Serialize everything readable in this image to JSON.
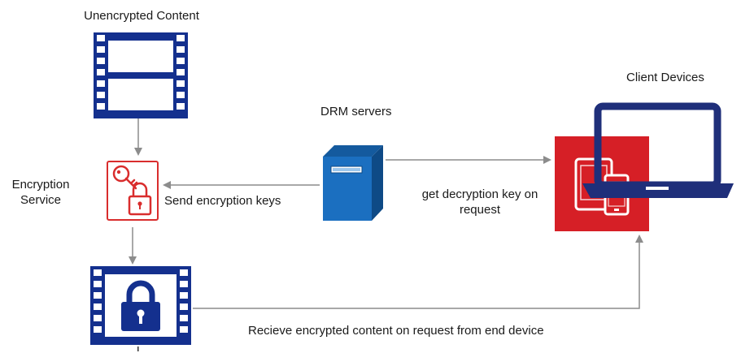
{
  "labels": {
    "unencrypted_content": "Unencrypted Content",
    "encryption_service_line1": "Encryption",
    "encryption_service_line2": "Service",
    "send_keys": "Send  encryption keys",
    "drm_servers": "DRM servers",
    "get_key_line1": "get decryption key on",
    "get_key_line2": "request",
    "client_devices": "Client Devices",
    "receive_content": "Recieve encrypted content on request from end device"
  },
  "icons": {
    "unencrypted_film": "film-strip-icon",
    "encryption_service": "key-lock-icon",
    "encrypted_film": "film-strip-lock-icon",
    "drm_server": "server-tower-icon",
    "client_devices": "laptop-tablet-phone-icon"
  },
  "colors": {
    "film_blue": "#14308e",
    "encryption_red": "#d92d2d",
    "server_blue": "#1b6fc0",
    "client_red": "#d61f26",
    "laptop_navy": "#1f2f7a",
    "arrow_gray": "#8c8c8c"
  }
}
